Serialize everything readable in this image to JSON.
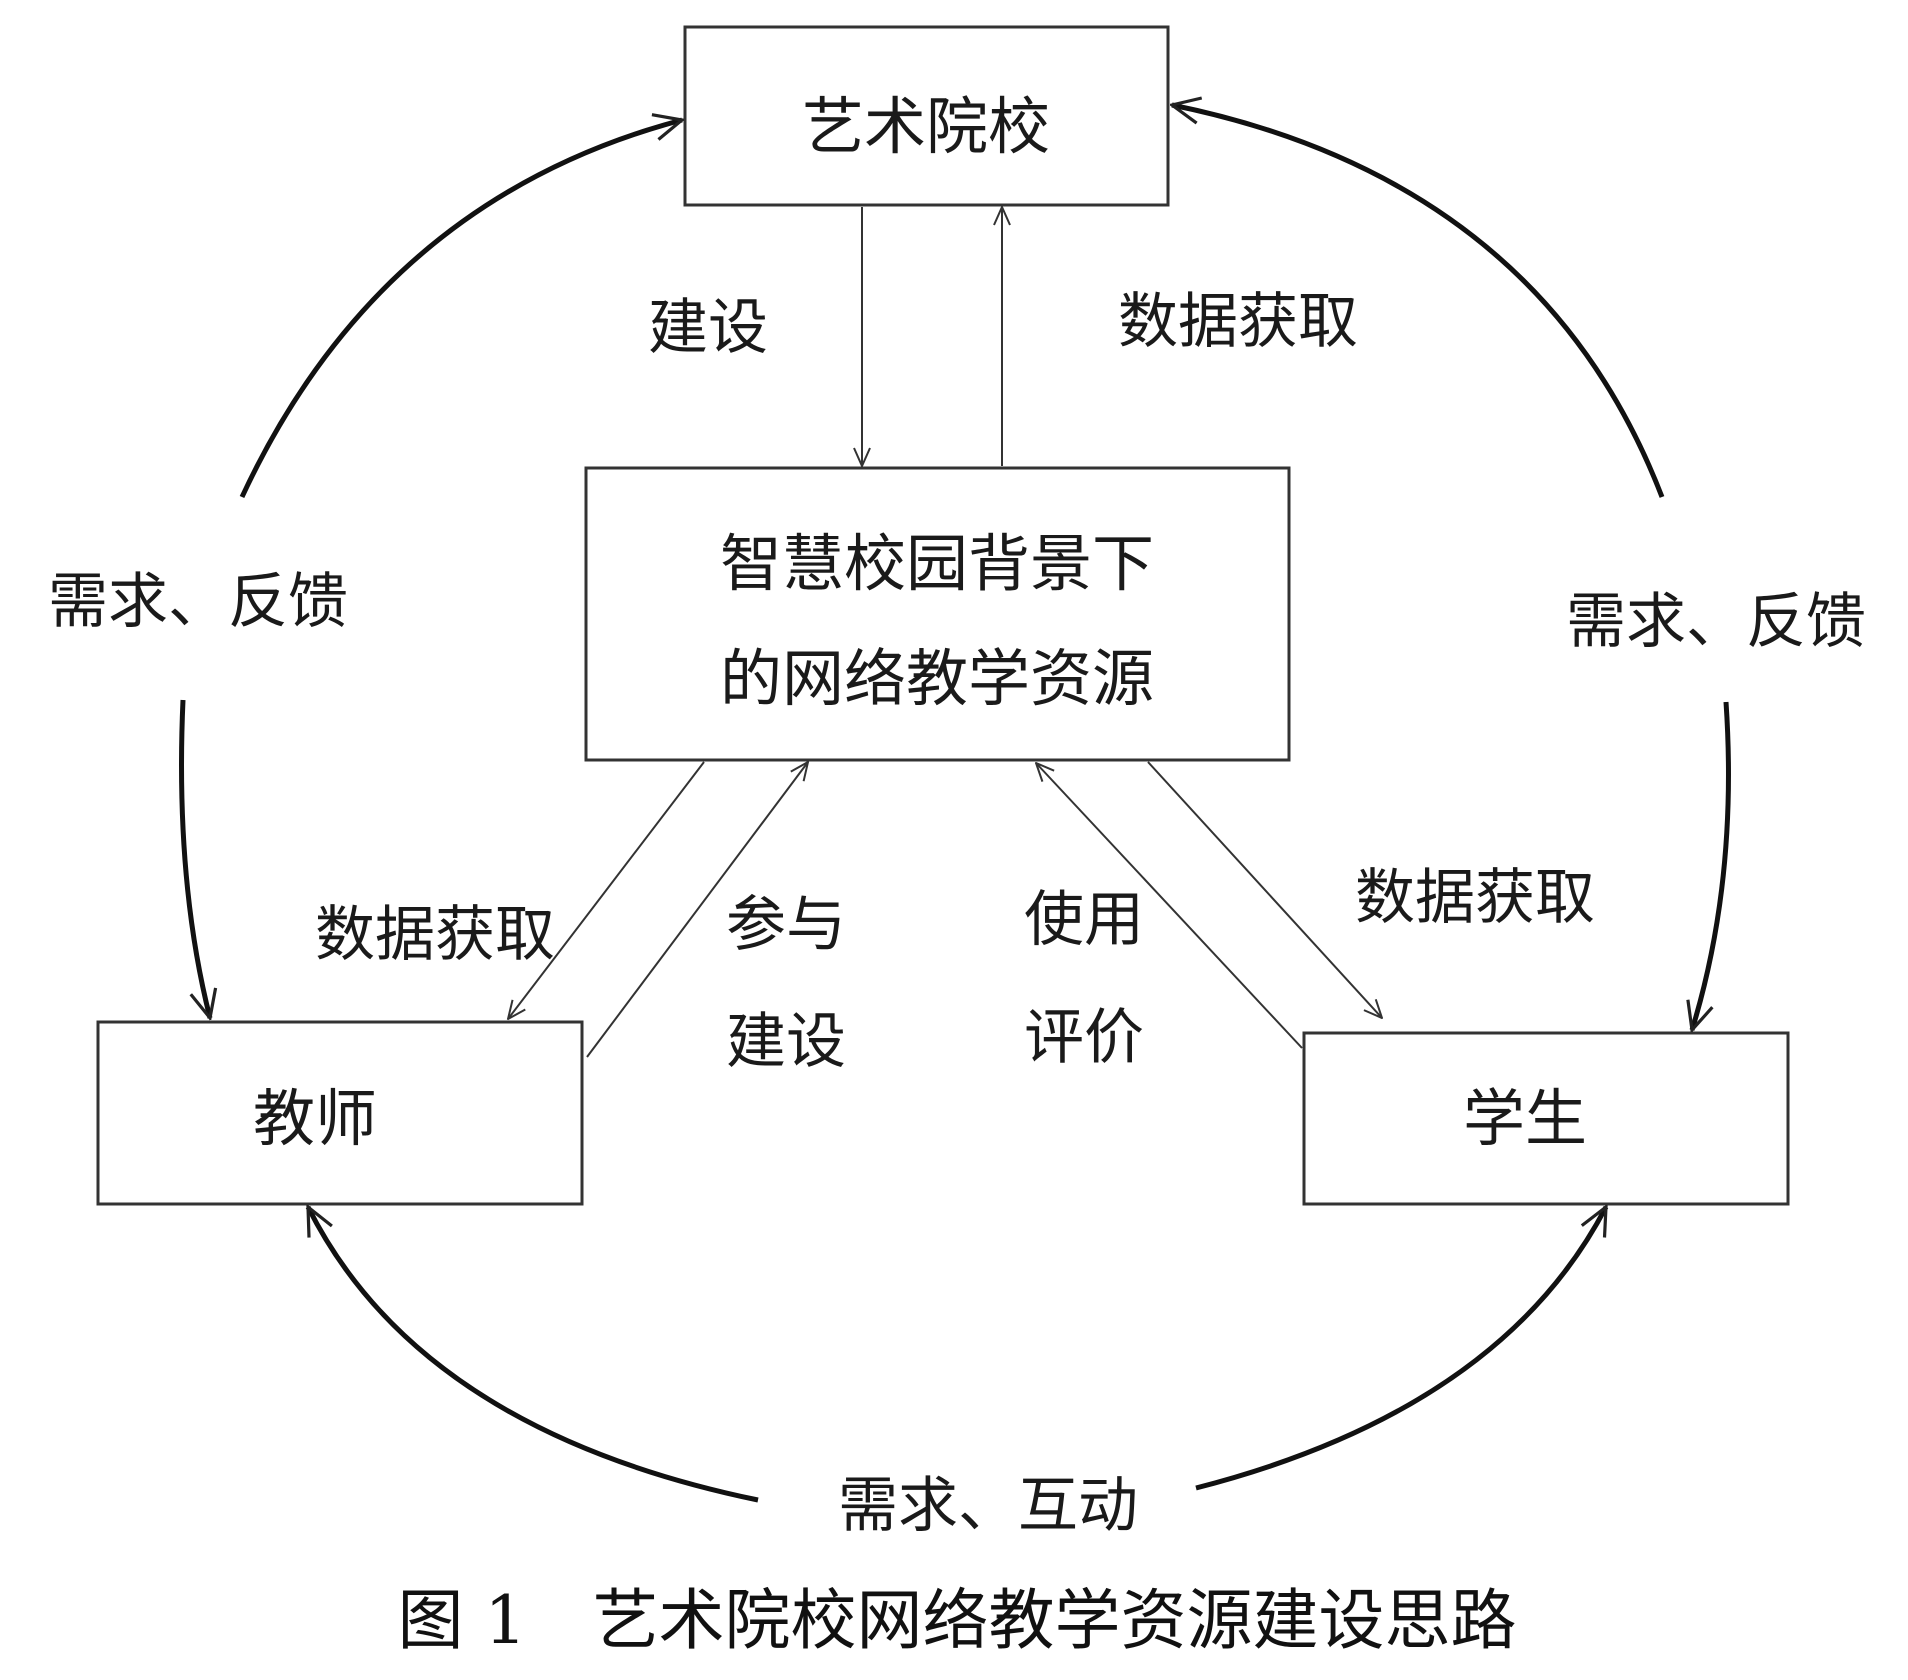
{
  "nodes": {
    "art_school": "艺术院校",
    "resource_line1": "智慧校园背景下",
    "resource_line2": "的网络教学资源",
    "teacher": "教师",
    "student": "学生"
  },
  "edges": {
    "school_to_resource": "建设",
    "resource_to_school": "数据获取",
    "teacher_to_school": "需求、反馈",
    "student_to_school": "需求、反馈",
    "resource_to_teacher": "数据获取",
    "teacher_to_resource_line1": "参与",
    "teacher_to_resource_line2": "建设",
    "student_to_resource_line1": "使用",
    "student_to_resource_line2": "评价",
    "resource_to_student": "数据获取",
    "teacher_student": "需求、互动"
  },
  "caption": "图 1　艺术院校网络教学资源建设思路",
  "colors": {
    "stroke": "#333333",
    "text": "#1a1a1a",
    "background": "#ffffff"
  }
}
